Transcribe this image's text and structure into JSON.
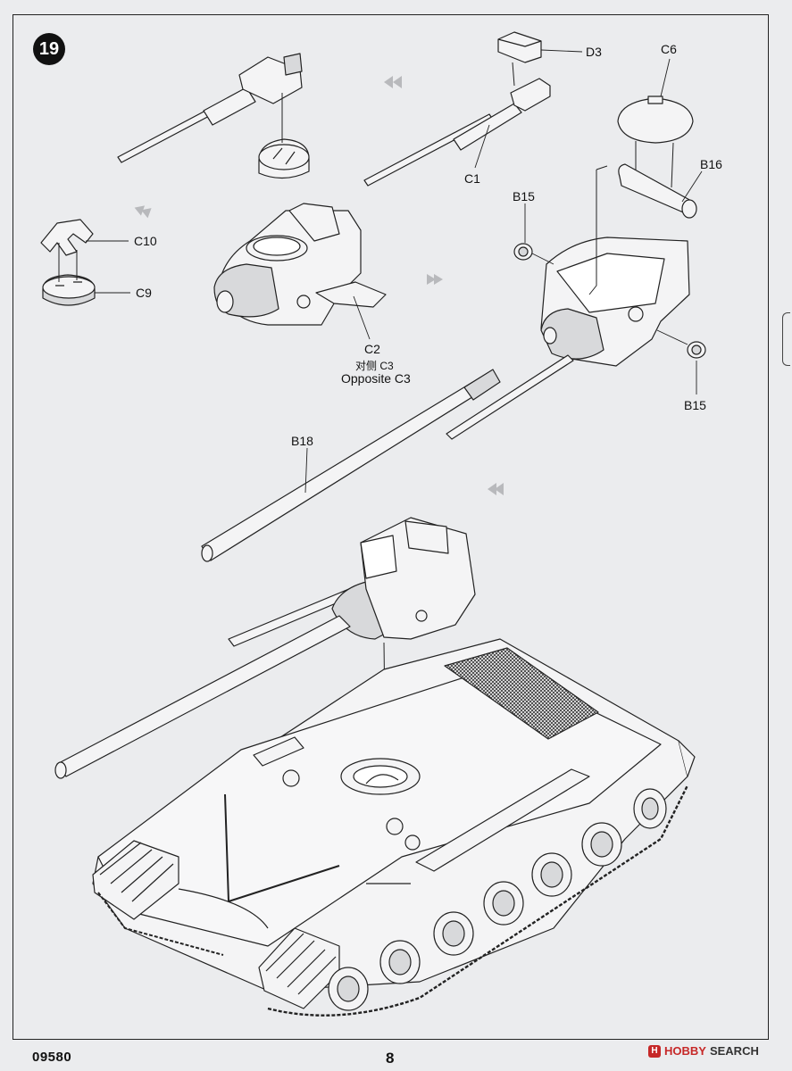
{
  "step": {
    "number": "19"
  },
  "labels": {
    "d3": "D3",
    "c6": "C6",
    "b16": "B16",
    "c1": "C1",
    "b15_top": "B15",
    "c10": "C10",
    "c9": "C9",
    "c2": "C2",
    "opposite_cn": "对侧 C3",
    "opposite_en": "Opposite C3",
    "b15_bottom": "B15",
    "b18": "B18"
  },
  "footer": {
    "code": "09580",
    "page": "8",
    "watermark_main": "HOBBY",
    "watermark_sub": "SEARCH",
    "watermark_icon": "H"
  },
  "colors": {
    "line": "#222222",
    "fill": "#f4f4f5",
    "shade": "#d8d9db",
    "arrow": "#b8b9bc",
    "accent": "#c62828"
  },
  "icons": [
    "assembly-arrow-icon",
    "hobbysearch-logo-icon"
  ]
}
